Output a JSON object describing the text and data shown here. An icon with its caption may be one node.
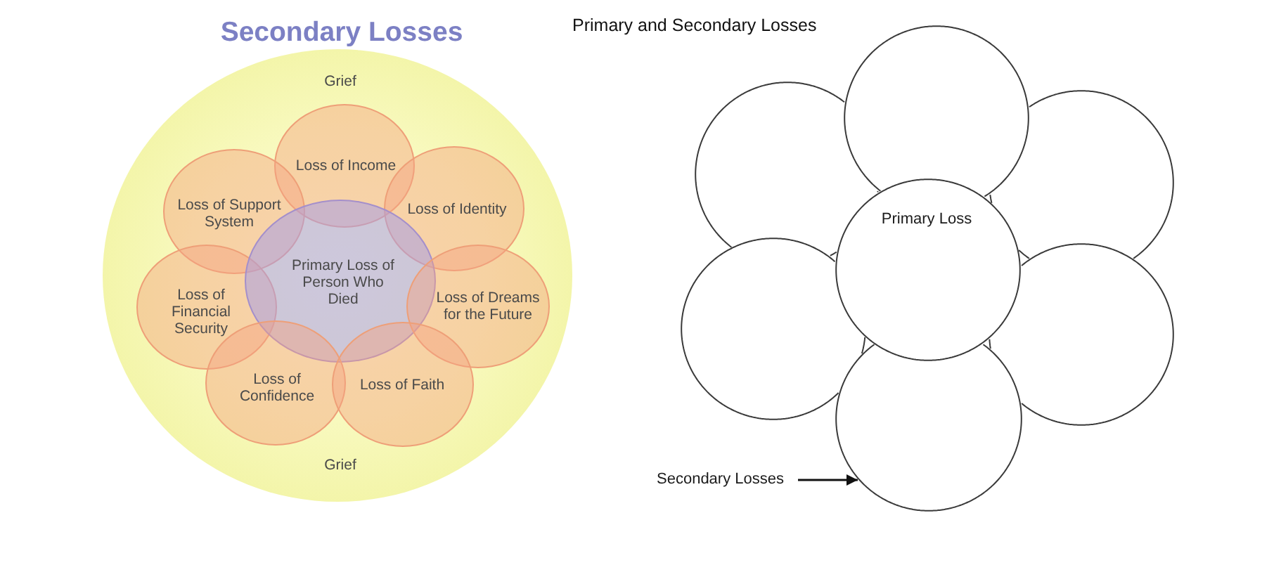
{
  "diagram": {
    "nodes": [
      {
        "text": [
          "Grief",
          "Grief"
        ]
      },
      {
        "text": [
          "Loss of Income"
        ],
        "in": 0
      },
      {
        "text": [
          "Loss of Support System"
        ],
        "in": 0
      },
      {
        "text": [
          "Loss of Identity"
        ],
        "in": 0
      },
      {
        "text": [
          "Loss of Financial Security"
        ],
        "in": 0
      },
      {
        "text": [
          "Primary Loss of Person Who Died"
        ],
        "in": 0
      },
      {
        "text": [
          "Loss of Dreams for the Future"
        ],
        "in": 0
      },
      {
        "text": [
          "Loss of Confidence"
        ],
        "in": 0
      },
      {
        "text": [
          "Loss of Faith"
        ],
        "in": 0
      },
      {
        "text": [],
        "shape": "circle"
      },
      {
        "text": [],
        "shape": "circle"
      },
      {
        "text": [],
        "shape": "circle"
      },
      {
        "text": [
          "Primary Loss"
        ]
      },
      {
        "text": [],
        "shape": "circle"
      },
      {
        "text": [],
        "shape": "circle"
      },
      {
        "text": [],
        "shape": "circle"
      },
      {
        "text": [
          "Secondary Losses"
        ]
      }
    ],
    "edges": [
      {
        "from": 16,
        "to": 15,
        "arrow": "to"
      }
    ],
    "labels": [
      "Secondary Losses",
      "Primary and Secondary Losses"
    ]
  }
}
